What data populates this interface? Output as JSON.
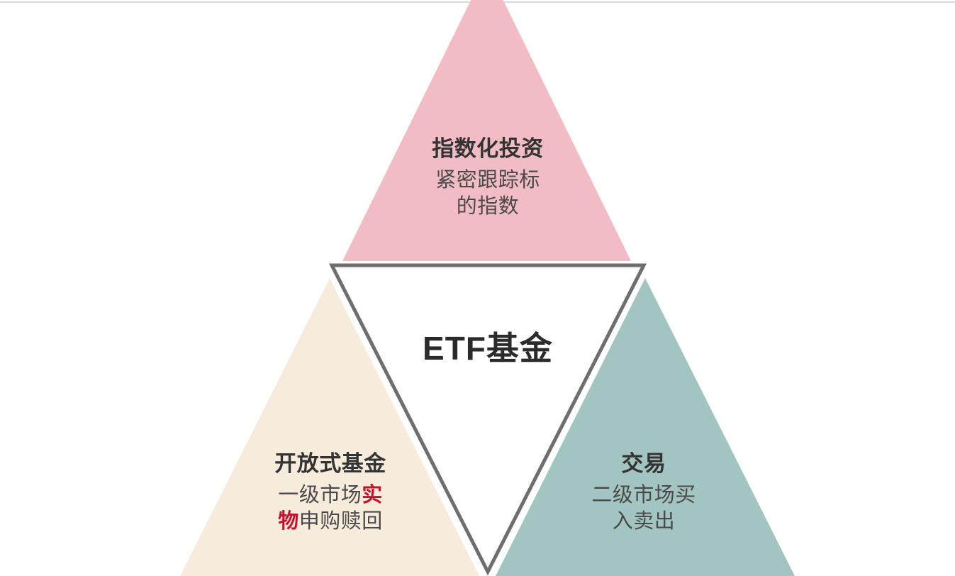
{
  "diagram": {
    "center_label": "ETF基金",
    "colors": {
      "pink": "#f1bcc4",
      "cream": "#f7ebdc",
      "teal": "#a3c5c1",
      "outline_gray": "#6e6e6e",
      "text_dark": "#333333",
      "text_body": "#4a4a4a",
      "highlight_red": "#c8102e",
      "top_rule": "#d9d9d9",
      "background": "#ffffff"
    },
    "nodes": [
      {
        "id": "index-investing",
        "title": "指数化投资",
        "body_lines": [
          "紧密跟踪标",
          "的指数"
        ],
        "body_full": "紧密跟踪标的指数",
        "fill": "#f1bcc4",
        "position": "top"
      },
      {
        "id": "open-end-fund",
        "title": "开放式基金",
        "body_lines": [
          "一级市场",
          "实",
          "物",
          "申购赎回"
        ],
        "body_full": "一级市场实物申购赎回",
        "highlight_text": "实物",
        "fill": "#f7ebdc",
        "position": "bottom-left"
      },
      {
        "id": "trading",
        "title": "交易",
        "body_lines": [
          "二级市场买",
          "入卖出"
        ],
        "body_full": "二级市场买入卖出",
        "fill": "#a3c5c1",
        "position": "bottom-right"
      }
    ]
  }
}
